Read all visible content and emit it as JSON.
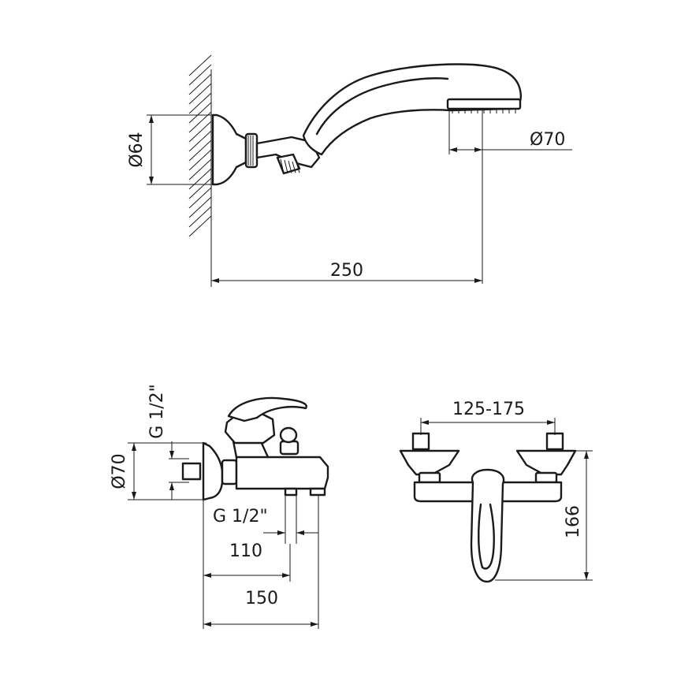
{
  "dimensions": {
    "top_diameter_mount": "Ø64",
    "top_diameter_head": "Ø70",
    "top_length": "250",
    "left_thread_top": "G 1/2\"",
    "left_diameter": "Ø70",
    "left_thread_bottom": "G 1/2\"",
    "left_length_short": "110",
    "left_length_long": "150",
    "right_spacing": "125-175",
    "right_height": "166"
  }
}
